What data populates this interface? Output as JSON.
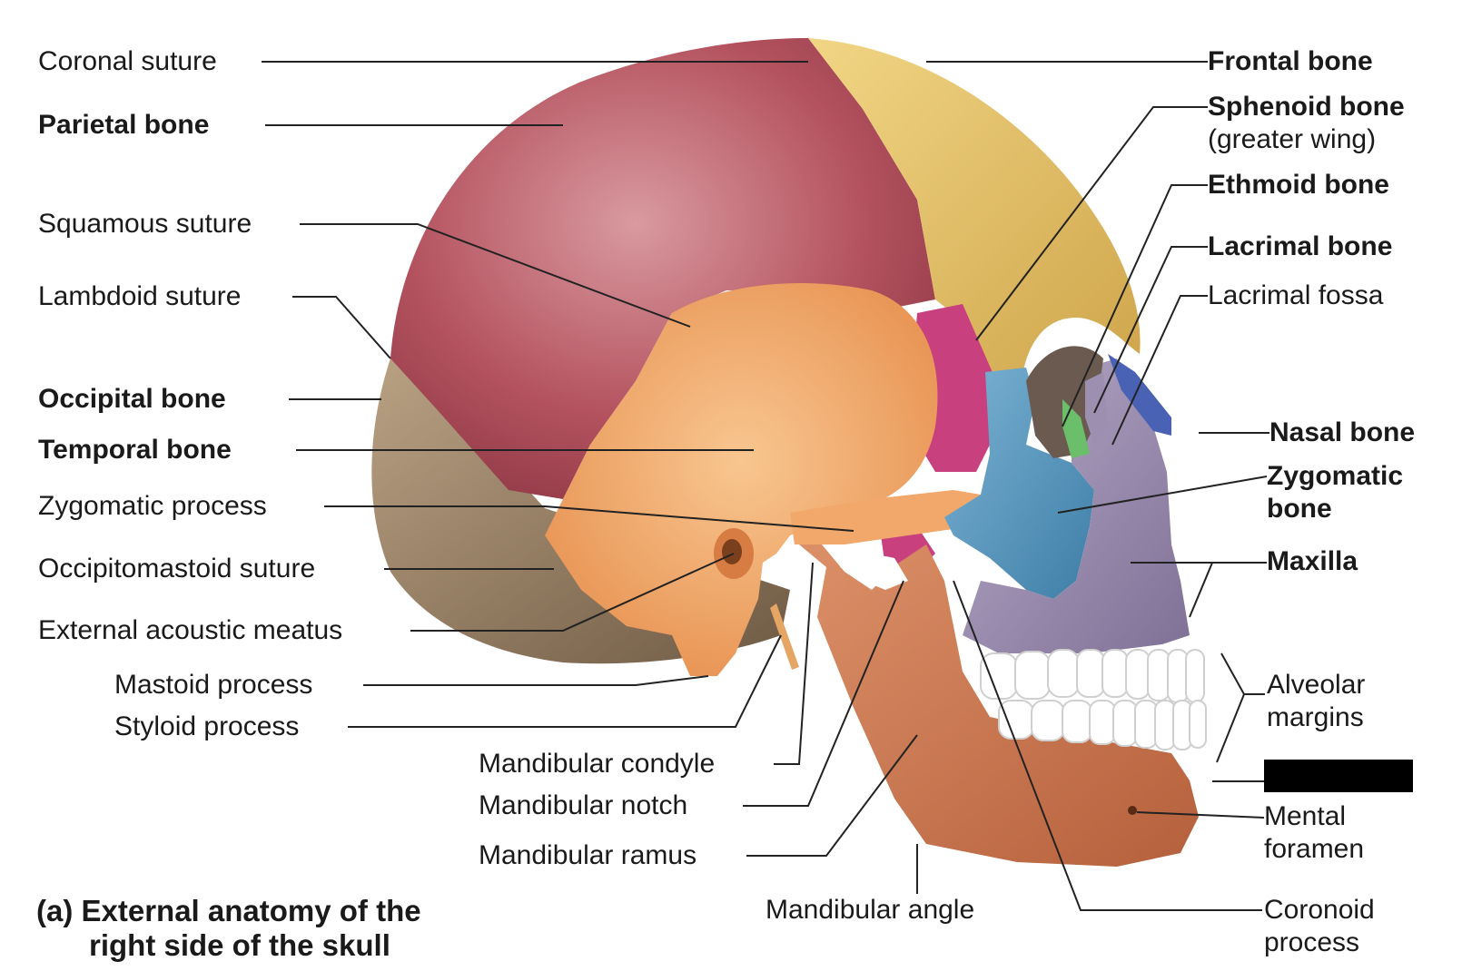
{
  "labels": {
    "coronal_suture": "Coronal suture",
    "parietal_bone": "Parietal bone",
    "squamous_suture": "Squamous suture",
    "lambdoid_suture": "Lambdoid suture",
    "occipital_bone": "Occipital bone",
    "temporal_bone": "Temporal bone",
    "zygomatic_process": "Zygomatic process",
    "occipitomastoid_suture": "Occipitomastoid suture",
    "external_acoustic_meatus": "External acoustic meatus",
    "mastoid_process": "Mastoid process",
    "styloid_process": "Styloid process",
    "mandibular_condyle": "Mandibular condyle",
    "mandibular_notch": "Mandibular notch",
    "mandibular_ramus": "Mandibular ramus",
    "mandibular_angle": "Mandibular angle",
    "frontal_bone": "Frontal bone",
    "sphenoid_bone": "Sphenoid bone",
    "sphenoid_sub": "(greater wing)",
    "ethmoid_bone": "Ethmoid bone",
    "lacrimal_bone": "Lacrimal bone",
    "lacrimal_fossa": "Lacrimal fossa",
    "nasal_bone": "Nasal bone",
    "zygomatic_bone_1": "Zygomatic",
    "zygomatic_bone_2": "bone",
    "maxilla": "Maxilla",
    "alveolar_margins_1": "Alveolar",
    "alveolar_margins_2": "margins",
    "mental_foramen_1": "Mental",
    "mental_foramen_2": "foramen",
    "coronoid_process_1": "Coronoid",
    "coronoid_process_2": "process"
  },
  "caption": {
    "line1": "(a) External anatomy of the",
    "line2": "right side of the skull"
  },
  "colors": {
    "parietal": "#b4525f",
    "frontal": "#e3c168",
    "temporal": "#f2a86a",
    "occipital": "#a38a6c",
    "sphenoid": "#c9407f",
    "zygomatic": "#5a98bf",
    "maxilla": "#9d8fb0",
    "mandible": "#cc7f5a",
    "nasal": "#4a62b4",
    "ethmoid": "#6cbf6a",
    "leader": "#222222"
  }
}
